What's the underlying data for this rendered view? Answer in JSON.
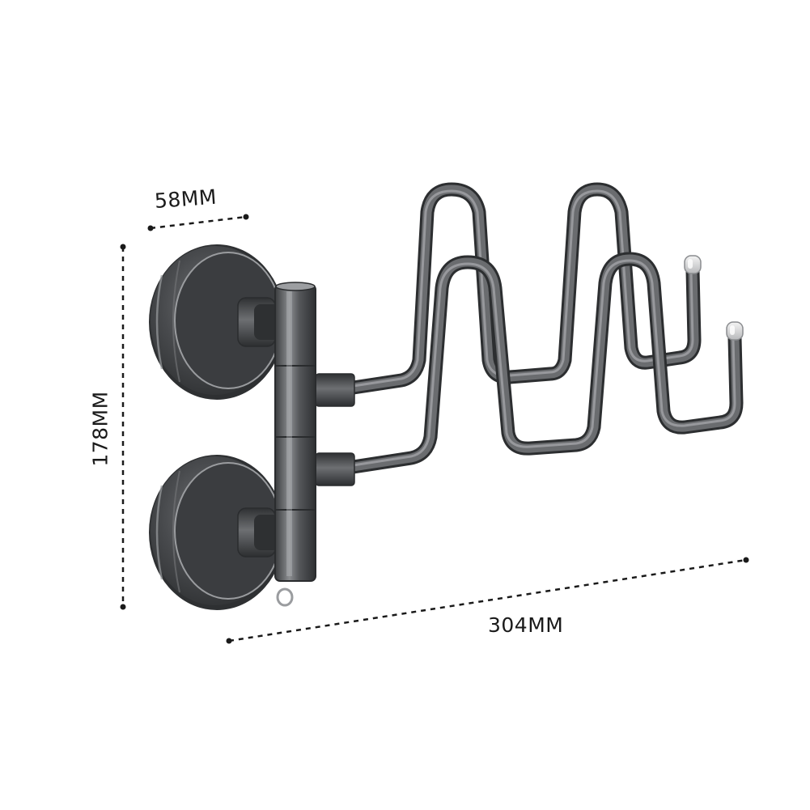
{
  "dimensions": {
    "width_label": "58MM",
    "height_label": "178MM",
    "length_label": "304MM"
  },
  "colors": {
    "background": "#ffffff",
    "metal_dark": "#3f4143",
    "metal_mid": "#5c5e61",
    "metal_light": "#8a8c8f",
    "dimension_line": "#1a1a1a"
  }
}
